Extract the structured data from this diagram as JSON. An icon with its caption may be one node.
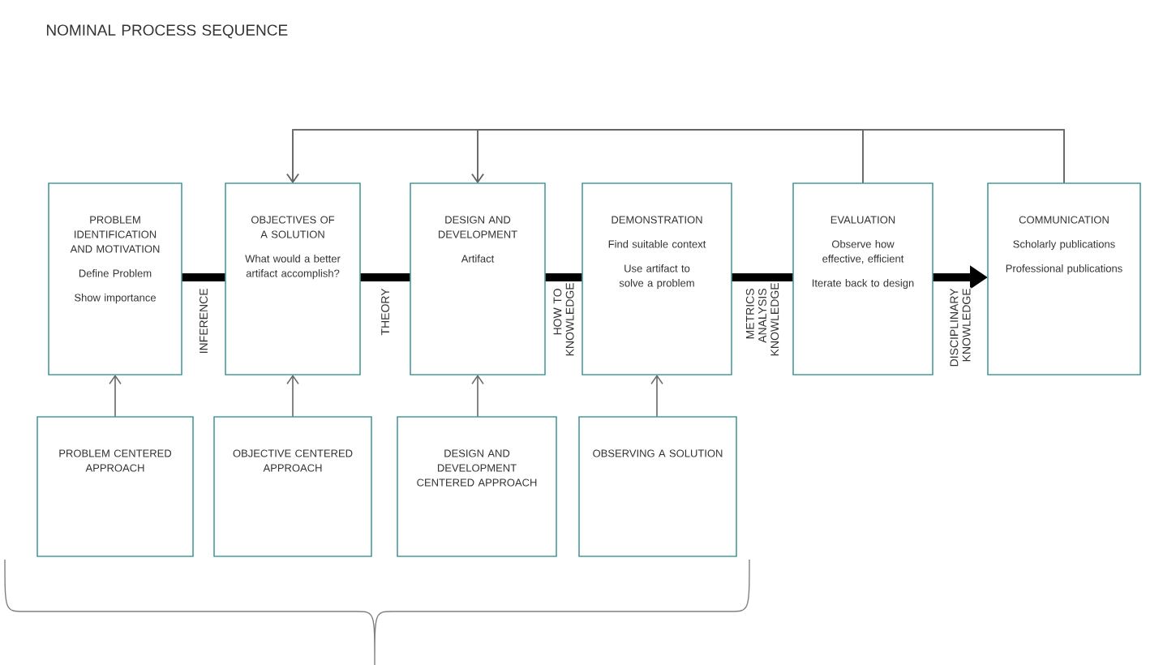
{
  "diagram": {
    "title": "NOMINAL PROCESS SEQUENCE",
    "nodes": [
      {
        "text": [
          "PROBLEM IDENTIFICATION AND MOTIVATION",
          "Define Problem",
          "Show importance"
        ]
      },
      {
        "text": [
          "OBJECTIVES OF A SOLUTION",
          "What would a better artifact accomplish?"
        ]
      },
      {
        "text": [
          "DESIGN AND DEVELOPMENT",
          "Artifact"
        ]
      },
      {
        "text": [
          "DEMONSTRATION",
          "Find suitable context",
          "Use artifact to solve a problem"
        ]
      },
      {
        "text": [
          "EVALUATION",
          "Observe how effective, efficient",
          "Iterate back to design"
        ]
      },
      {
        "text": [
          "COMMUNICATION",
          "Scholarly publications",
          "Professional publications"
        ]
      },
      {
        "text": [
          "PROBLEM CENTERED APPROACH"
        ]
      },
      {
        "text": [
          "OBJECTIVE CENTERED APPROACH"
        ]
      },
      {
        "text": [
          "DESIGN AND DEVELOPMENT CENTERED APPROACH"
        ]
      },
      {
        "text": [
          "OBSERVING A SOLUTION"
        ]
      }
    ],
    "edges": [
      {
        "from": 0,
        "to": 1,
        "arrow": "none",
        "label": "INFERENCE",
        "style": "thick",
        "color": "#000000"
      },
      {
        "from": 1,
        "to": 2,
        "arrow": "none",
        "label": "THEORY",
        "style": "thick",
        "color": "#000000"
      },
      {
        "from": 2,
        "to": 3,
        "arrow": "none",
        "label": "HOW TO KNOWLEDGE",
        "style": "thick",
        "color": "#000000"
      },
      {
        "from": 3,
        "to": 4,
        "arrow": "none",
        "label": "METRICS ANALYSIS KNOWLEDGE",
        "style": "thick",
        "color": "#000000"
      },
      {
        "from": 4,
        "to": 5,
        "arrow": "to",
        "label": "DISCIPLINARY KNOWLEDGE",
        "style": "thick",
        "color": "#000000"
      },
      {
        "from": 4,
        "to": 1,
        "arrow": "to"
      },
      {
        "from": 4,
        "to": 2,
        "arrow": "to"
      },
      {
        "from": 5,
        "to": 1,
        "arrow": "to"
      },
      {
        "from": 5,
        "to": 2,
        "arrow": "to"
      },
      {
        "from": 6,
        "to": 0,
        "arrow": "to"
      },
      {
        "from": 7,
        "to": 1,
        "arrow": "to"
      },
      {
        "from": 8,
        "to": 2,
        "arrow": "to"
      },
      {
        "from": 9,
        "to": 3,
        "arrow": "to"
      }
    ]
  }
}
